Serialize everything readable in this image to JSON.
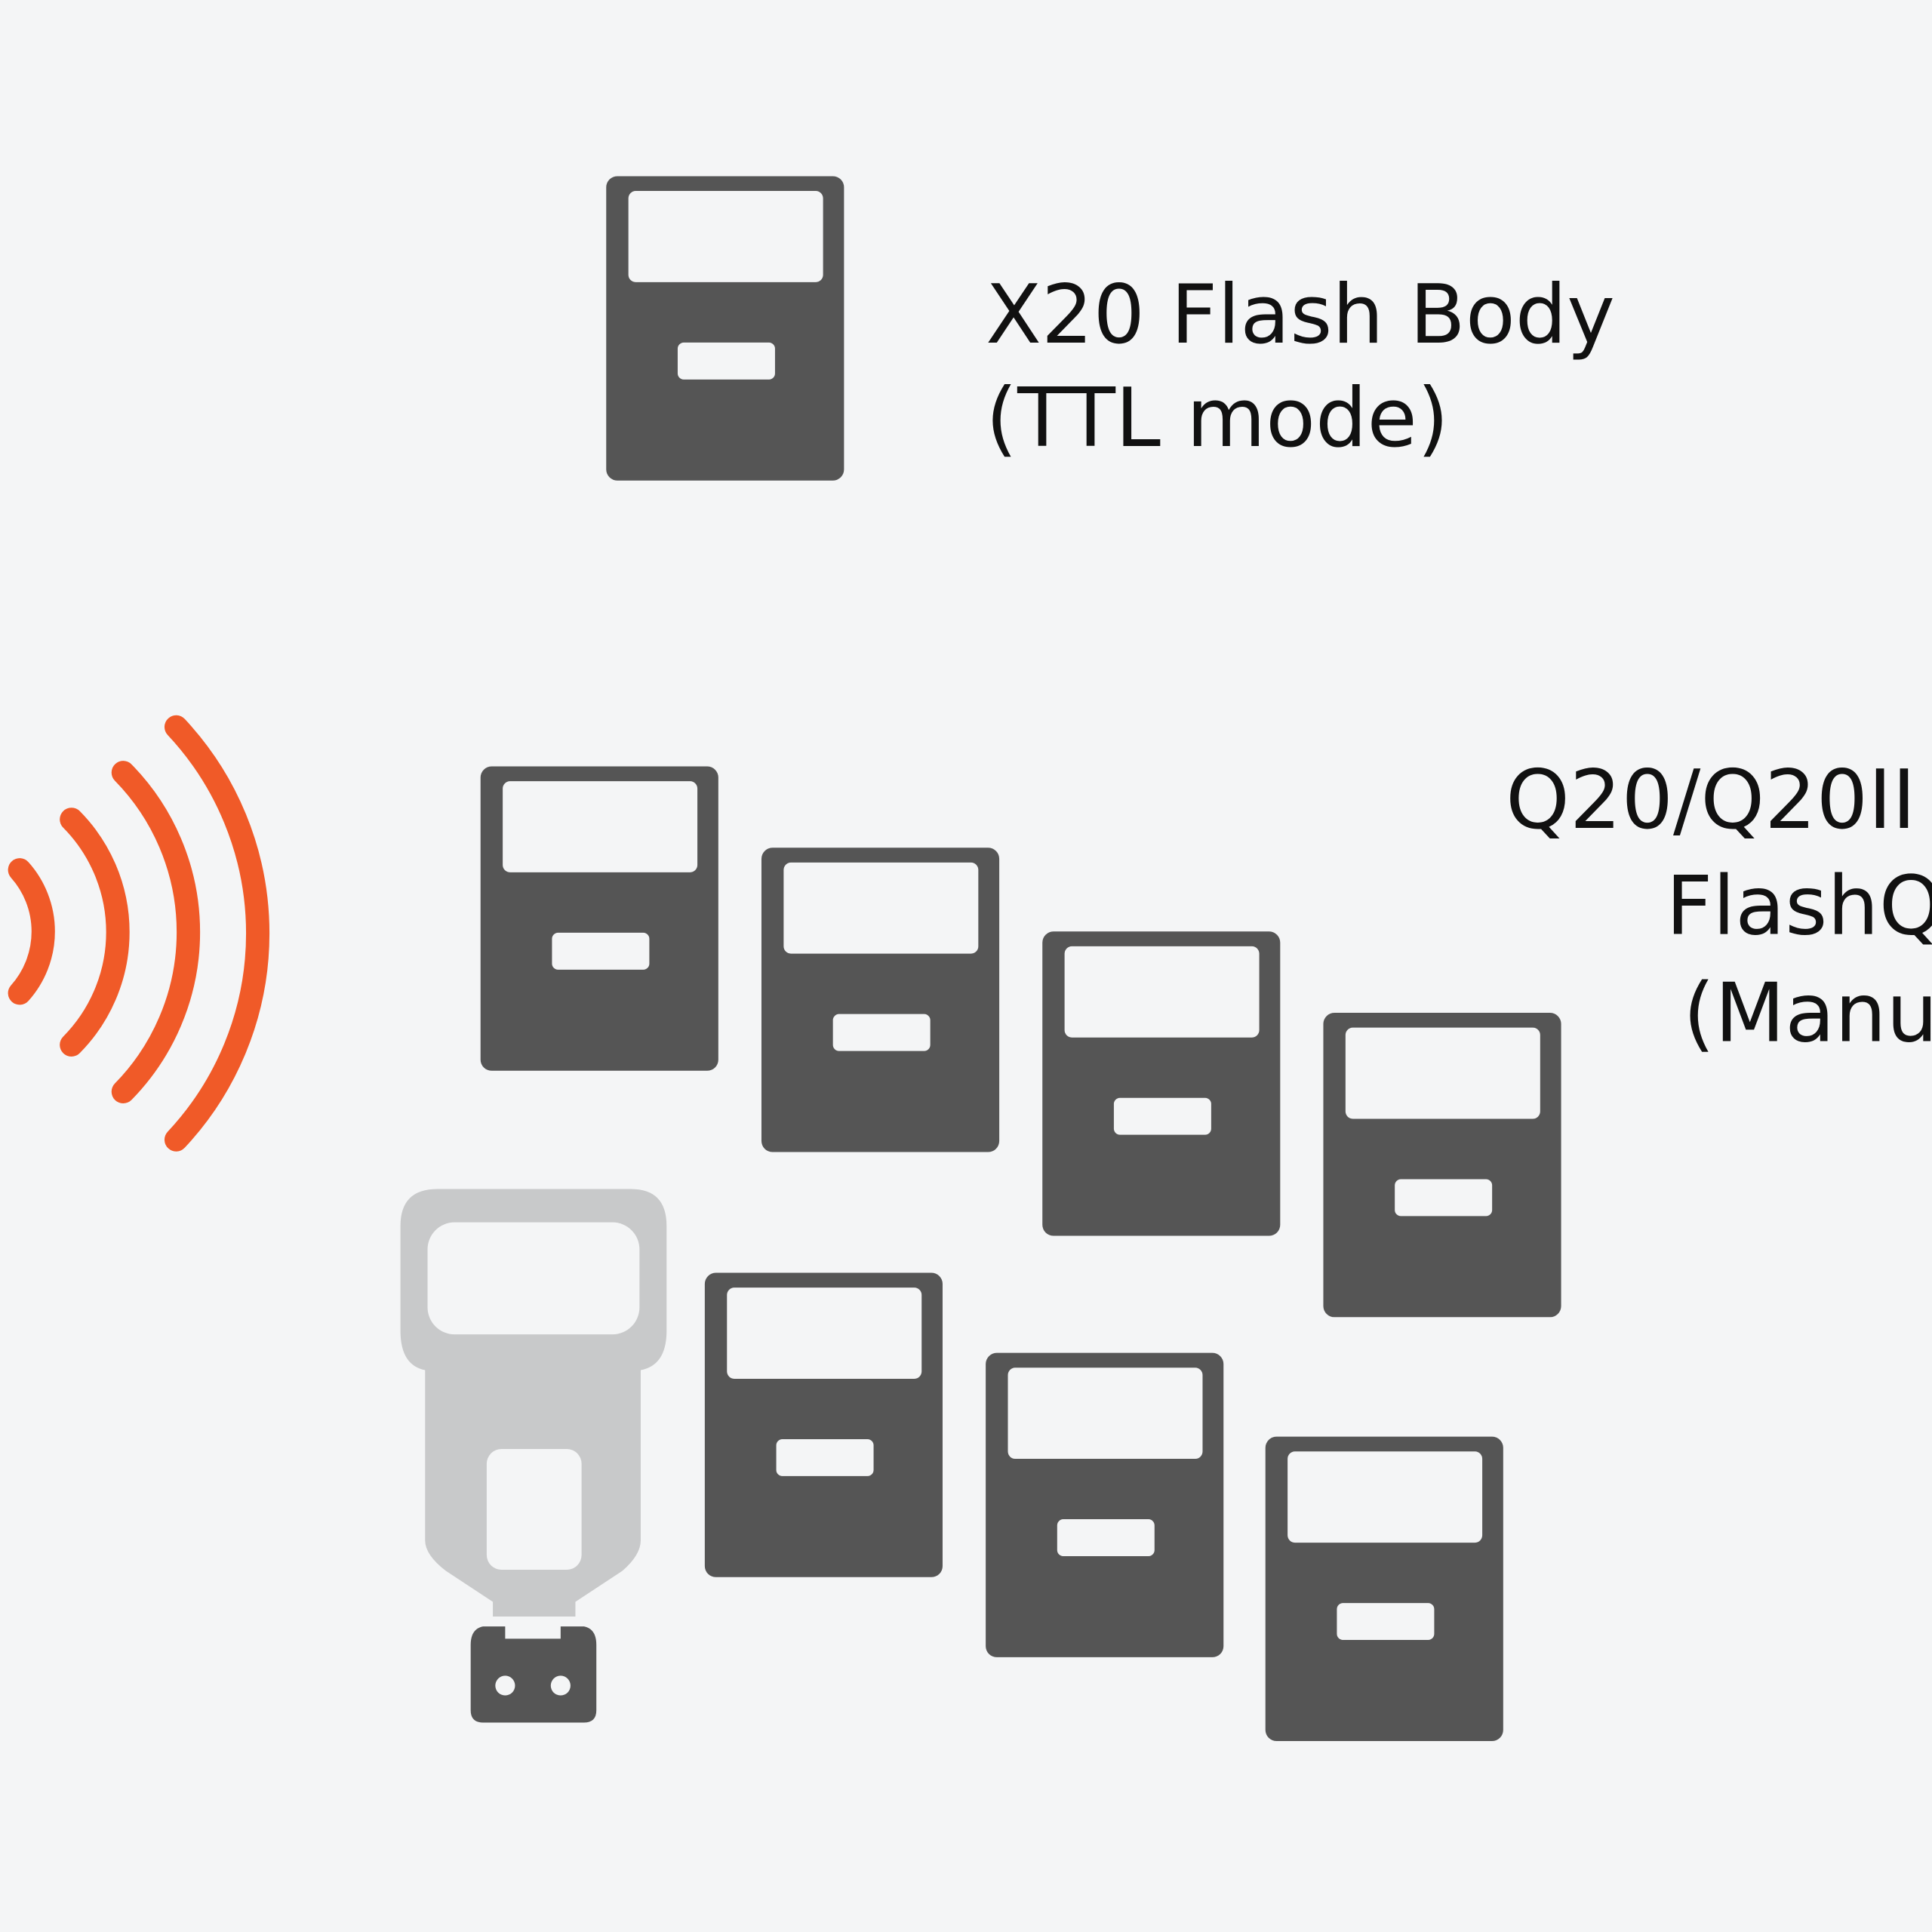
{
  "labels": {
    "x20": {
      "line1": "X20 Flash Body",
      "line2": "(TTL mode)"
    },
    "q20": {
      "line1": "Q20/Q20II",
      "line2": "FlashQ",
      "line3": "(Manual"
    }
  },
  "colors": {
    "background": "#f4f5f6",
    "flash_unit": "#555555",
    "speedlight": "#c8c9ca",
    "signal": "#f05a28"
  },
  "icons": [
    "flash-body-icon",
    "speedlight-icon",
    "wireless-signal-icon"
  ]
}
